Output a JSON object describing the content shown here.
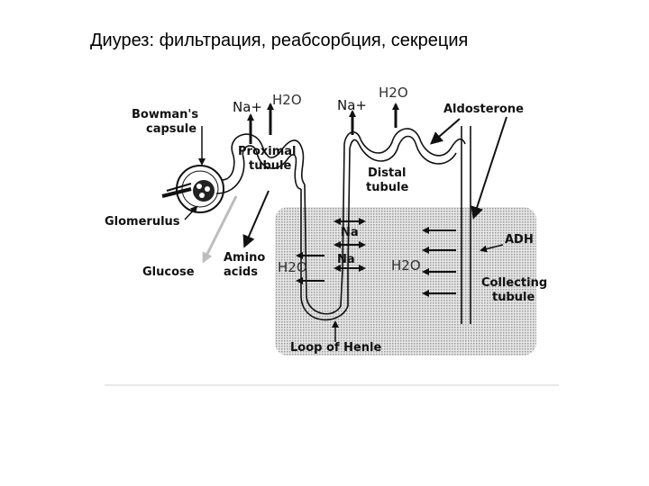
{
  "title": "Диурез: фильтрация, реабсорбция, секреция",
  "labels": {
    "bowmans_capsule_1": "Bowman's",
    "bowmans_capsule_2": "capsule",
    "glomerulus": "Glomerulus",
    "glucose": "Glucose",
    "amino_acids_1": "Amino",
    "amino_acids_2": "acids",
    "proximal_tubule_1": "Proximal",
    "proximal_tubule_2": "tubule",
    "distal_tubule_1": "Distal",
    "distal_tubule_2": "tubule",
    "aldosterone": "Aldosterone",
    "adh": "ADH",
    "collecting_tubule_1": "Collecting",
    "collecting_tubule_2": "tubule",
    "loop_of_henle": "Loop of Henle",
    "na_top_1": "Na+",
    "h2o_top_1": "H2O",
    "na_top_2": "Na+",
    "h2o_top_2": "H2O",
    "na_loop_1": "Na",
    "na_loop_2": "Na",
    "h2o_left": "H2O",
    "h2o_right": "H2O"
  },
  "colors": {
    "medulla_fill": "#cfcfcf",
    "arrow": "#111111",
    "glucose_arrow": "#bdbdbd"
  }
}
